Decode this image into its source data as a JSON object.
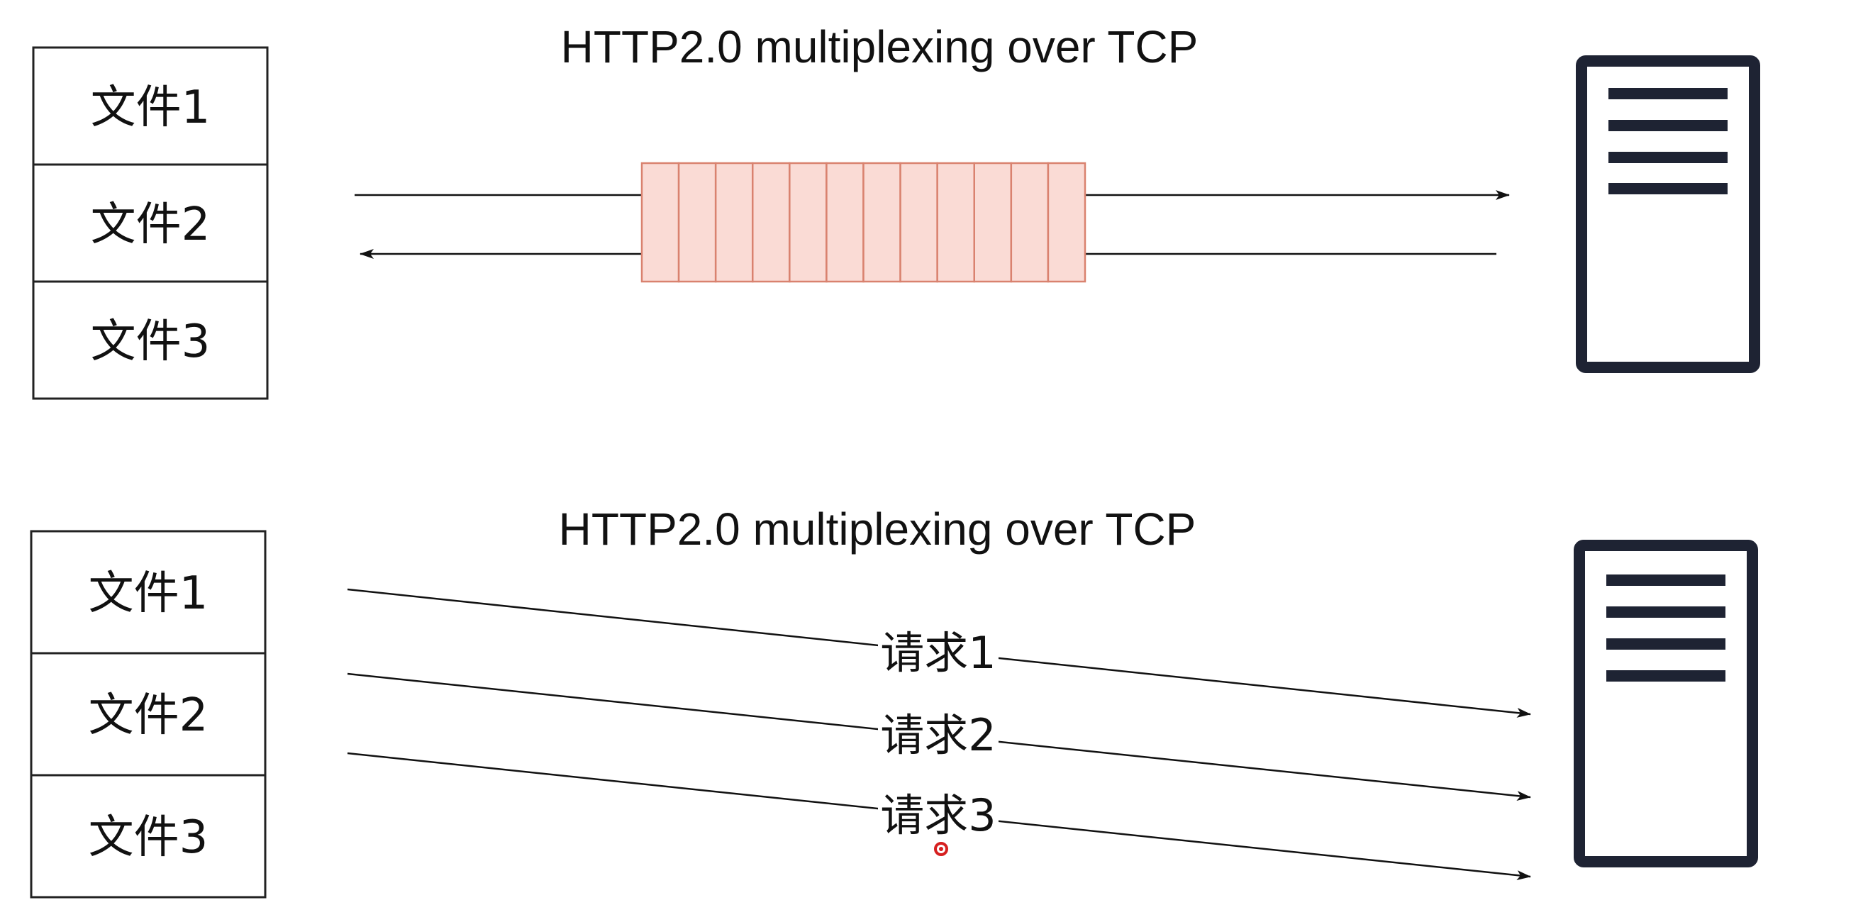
{
  "top_diagram": {
    "title": "HTTP2.0 multiplexing over TCP",
    "files": [
      "文件1",
      "文件2",
      "文件3"
    ],
    "packet_count": 12
  },
  "bottom_diagram": {
    "title": "HTTP2.0 multiplexing over TCP",
    "files": [
      "文件1",
      "文件2",
      "文件3"
    ],
    "requests": [
      "请求1",
      "请求2",
      "请求3"
    ]
  },
  "colors": {
    "packet_fill": "#fadbd5",
    "packet_stroke": "#d9826f",
    "server": "#1e2333",
    "cursor": "#d62020"
  },
  "icons": {
    "server": "server-icon",
    "cursor": "cursor-indicator-icon"
  }
}
